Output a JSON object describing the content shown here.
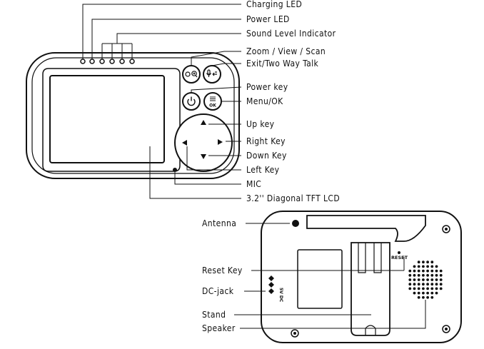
{
  "front_labels": {
    "charging_led": "Charging LED",
    "power_led": "Power LED",
    "sound_level": "Sound Level Indicator",
    "zoom": "Zoom / View / Scan",
    "exit": "Exit/Two Way Talk",
    "power_key": "Power key",
    "menu": "Menu/OK",
    "up": "Up key",
    "right": "Right Key",
    "down": "Down Key",
    "left": "Left Key",
    "mic": "MIC",
    "lcd": "3.2'' Diagonal TFT LCD"
  },
  "back_labels": {
    "antenna": "Antenna",
    "reset_key": "Reset Key",
    "dc_jack": "DC-jack",
    "stand": "Stand",
    "speaker": "Speaker"
  },
  "device_marks": {
    "menu_ok": "OK",
    "reset": "RESET",
    "dc": "5V DC"
  },
  "icons": [
    "zoom-icon",
    "talk-icon",
    "power-icon",
    "menu-icon",
    "up-arrow-icon",
    "right-arrow-icon",
    "down-arrow-icon",
    "left-arrow-icon"
  ]
}
